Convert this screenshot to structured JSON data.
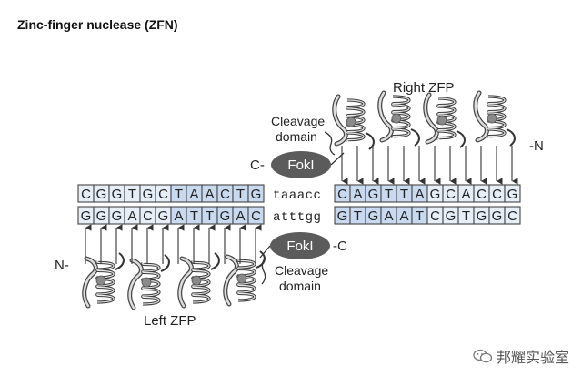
{
  "title": "Zinc-finger nuclease (ZFN)",
  "right_zfp_label": "Right ZFP",
  "left_zfp_label": "Left ZFP",
  "cleavage_top": [
    "Cleavage",
    "domain"
  ],
  "cleavage_bottom": [
    "Cleavage",
    "domain"
  ],
  "foki_top": "FokI",
  "foki_bottom": "FokI",
  "c_top": "C-",
  "c_bottom": "-C",
  "n_right": "-N",
  "n_left": "N-",
  "dna": {
    "top_left": "CGGTGCTAACTG",
    "top_spacer": "taaacc",
    "top_right": "CAGTTAGCACCG",
    "bottom_left": "GGGACGATTGAC",
    "bottom_spacer": "atttgg",
    "bottom_right": "GTGAATCGTGGC"
  },
  "watermark": "邦耀实验室",
  "colors": {
    "box_light": "#e6eef8",
    "box_mid": "#c9daf0",
    "foki": "#5b5b5b"
  }
}
